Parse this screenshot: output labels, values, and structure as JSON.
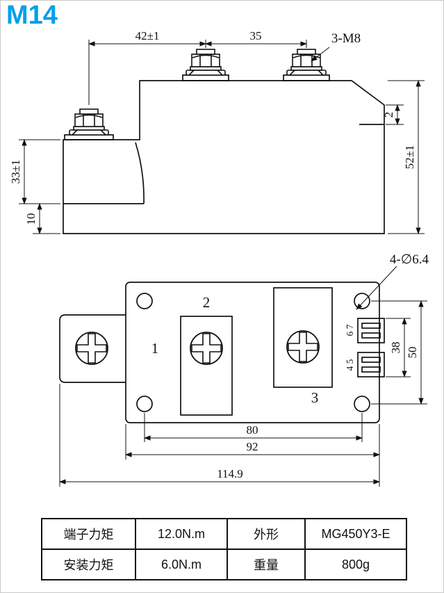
{
  "page": {
    "title": "M14",
    "accent_color": "#00a0e9"
  },
  "side_view": {
    "dim_42": "42±1",
    "dim_35": "35",
    "bolt_callout": "3-M8",
    "dim_52": "52±1",
    "dim_2": "2",
    "dim_33": "33±1",
    "dim_10": "10"
  },
  "plan_view": {
    "terminal_1": "1",
    "terminal_2": "2",
    "terminal_3": "3",
    "pins_upper": "6 7",
    "pins_lower": "4 5",
    "hole_callout": "4-∅6.4",
    "dim_38": "38",
    "dim_50": "50",
    "dim_80": "80",
    "dim_92": "92",
    "dim_total": "114.9"
  },
  "spec_table": {
    "rows": [
      [
        "端子力矩",
        "12.0N.m",
        "外形",
        "MG450Y3-E"
      ],
      [
        "安装力矩",
        "6.0N.m",
        "重量",
        "800g"
      ]
    ]
  }
}
